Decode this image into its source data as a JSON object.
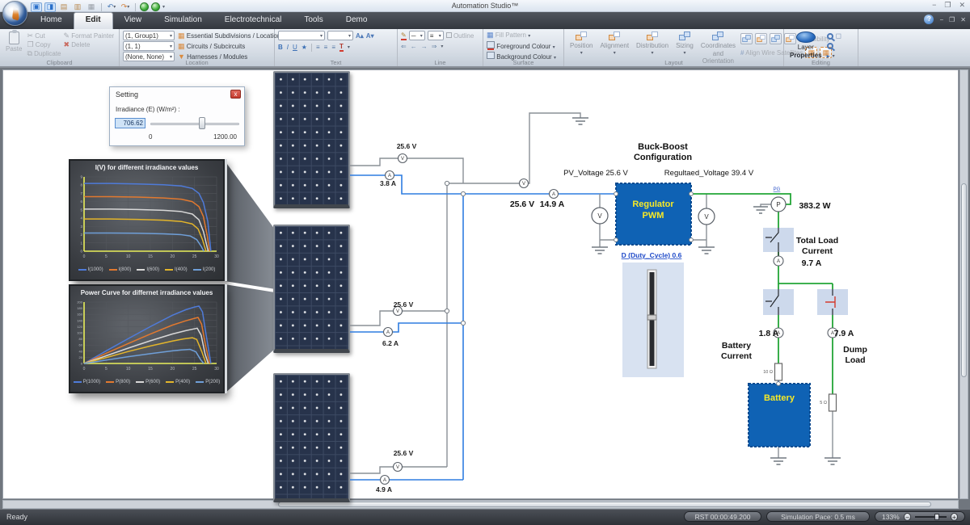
{
  "window": {
    "title": "Automation Studio™"
  },
  "icons": {
    "cut": "✂",
    "copy": "❐",
    "duplicate": "⧉",
    "delete": "✖",
    "format_painter": "✎",
    "undo": "↶",
    "redo": "↷",
    "dropdown": "▾",
    "close": "✕",
    "minimize": "−",
    "maximize": "❐",
    "help": "?",
    "bold": "B",
    "italic": "I",
    "underline": "U",
    "star": "★",
    "align": "≡",
    "pen": "✎",
    "arrow_dleft": "⇐",
    "arrow_left": "←",
    "arrow_right": "→",
    "arrow_dright": "⇒",
    "font_up": "A▴",
    "font_down": "A▾",
    "text_tool": "T",
    "grid": "▦",
    "harness": "▼",
    "visibility": "◫",
    "cursor": "▸"
  },
  "tabs": {
    "home": "Home",
    "edit": "Edit",
    "view": "View",
    "simulation": "Simulation",
    "electrotechnical": "Electrotechnical",
    "tools": "Tools",
    "demo": "Demo"
  },
  "ribbon": {
    "clipboard": {
      "caption": "Clipboard",
      "paste": "Paste",
      "cut": "Cut",
      "copy": "Copy",
      "duplicate": "Duplicate",
      "format_painter": "Format Painter",
      "delete": "Delete"
    },
    "location": {
      "caption": "Location",
      "combo1": "(1, Group1)",
      "combo2": "(1, 1)",
      "combo3": "(None, None)",
      "btn1": "Essential Subdivisions / Locations",
      "btn2": "Circuits / Subcircuits",
      "btn3": "Harnesses / Modules"
    },
    "text": {
      "caption": "Text"
    },
    "line": {
      "caption": "Line",
      "outline": "Outline"
    },
    "surface": {
      "caption": "Surface",
      "fill_pattern": "Fill Pattern",
      "foreground": "Foreground Colour",
      "background": "Background Colour"
    },
    "layout": {
      "caption": "Layout",
      "position": "Position",
      "alignment": "Alignment",
      "distribution": "Distribution",
      "sizing": "Sizing",
      "coordinates1": "Coordinates",
      "coordinates2": "and Orientation",
      "align_wire": "Align Wire Satellites",
      "visibility": "Visibility"
    },
    "editing": {
      "caption": "Editing",
      "layer1": "Layer",
      "layer2": "Properties"
    }
  },
  "dialog": {
    "title": "Setting",
    "label": "Irradiance (E) (W/m²) :",
    "value": "706.62",
    "min": "0",
    "max": "1200.00"
  },
  "circuit": {
    "string1_v": "25.6 V",
    "string1_i": "3.8 A",
    "string2_v": "25.6 V",
    "string2_i": "6.2 A",
    "string3_v": "25.6 V",
    "string3_i": "4.9 A",
    "main_v": "25.6 V",
    "main_i": "14.9 A",
    "config_title1": "Buck-Boost",
    "config_title2": "Configuration",
    "pv_voltage": "PV_Voltage 25.6 V",
    "reg_voltage": "Regultaed_Voltage 39.4 V",
    "regulator1": "Regulator",
    "regulator2": "PWM",
    "duty": "D (Duty_Cycle) 0.6",
    "power": "383.2 W",
    "power_tag": "PG",
    "load_label1": "Total Load",
    "load_label2": "Current",
    "load_i": "9.7 A",
    "batt_i": "1.8 A",
    "batt_label1": "Battery",
    "batt_label2": "Current",
    "dump_i": "7.9 A",
    "dump_label1": "Dump",
    "dump_label2": "Load",
    "r_batt": "10 Ω",
    "r_dump": "5 Ω",
    "battery": "Battery",
    "ammeter_letter": "A",
    "voltmeter_letter": "V",
    "wattmeter_letter": "P"
  },
  "status": {
    "ready": "Ready",
    "rst": "RST 00:00:49.200",
    "pace": "Simulation Pace: 0.5 ms",
    "zoom": "133%"
  },
  "chart_data": [
    {
      "type": "line",
      "title": "I(V) for different irradiance values",
      "xlabel": "",
      "ylabel": "",
      "xlim": [
        0,
        30
      ],
      "ylim": [
        0,
        9
      ],
      "xticks": [
        0,
        5,
        10,
        15,
        20,
        25,
        30
      ],
      "yticks": [
        0,
        1,
        2,
        3,
        4,
        5,
        6,
        7,
        8,
        9
      ],
      "grid": true,
      "legend_position": "bottom",
      "series": [
        {
          "name": "I(1000)",
          "color": "#4f7bd9",
          "points": [
            [
              0,
              8.2
            ],
            [
              6,
              8.2
            ],
            [
              12,
              8.15
            ],
            [
              18,
              8.05
            ],
            [
              22,
              7.9
            ],
            [
              24.5,
              7.6
            ],
            [
              26,
              7.0
            ],
            [
              27,
              5.9
            ],
            [
              28,
              3.6
            ],
            [
              28.7,
              0
            ]
          ]
        },
        {
          "name": "I(800)",
          "color": "#e2792f",
          "points": [
            [
              0,
              6.6
            ],
            [
              6,
              6.6
            ],
            [
              12,
              6.55
            ],
            [
              18,
              6.45
            ],
            [
              22,
              6.3
            ],
            [
              24.5,
              6.0
            ],
            [
              26,
              5.4
            ],
            [
              27,
              4.2
            ],
            [
              27.9,
              1.8
            ],
            [
              28.4,
              0
            ]
          ]
        },
        {
          "name": "I(600)",
          "color": "#d8d8d8",
          "points": [
            [
              0,
              5.1
            ],
            [
              6,
              5.1
            ],
            [
              12,
              5.05
            ],
            [
              18,
              4.95
            ],
            [
              22,
              4.8
            ],
            [
              24.5,
              4.5
            ],
            [
              26,
              3.8
            ],
            [
              27,
              2.4
            ],
            [
              27.9,
              0.4
            ],
            [
              28.1,
              0
            ]
          ]
        },
        {
          "name": "I(400)",
          "color": "#e3b52b",
          "points": [
            [
              0,
              3.9
            ],
            [
              6,
              3.9
            ],
            [
              12,
              3.85
            ],
            [
              18,
              3.75
            ],
            [
              22,
              3.6
            ],
            [
              24.5,
              3.3
            ],
            [
              25.8,
              2.7
            ],
            [
              26.8,
              1.4
            ],
            [
              27.6,
              0
            ]
          ]
        },
        {
          "name": "I(200)",
          "color": "#6f9fd8",
          "points": [
            [
              0,
              2.2
            ],
            [
              6,
              2.2
            ],
            [
              12,
              2.18
            ],
            [
              18,
              2.1
            ],
            [
              22,
              2.0
            ],
            [
              24,
              1.85
            ],
            [
              25.5,
              1.4
            ],
            [
              26.5,
              0.6
            ],
            [
              27.1,
              0
            ]
          ]
        }
      ]
    },
    {
      "type": "line",
      "title": "Power Curve for differnet irradiance values",
      "xlabel": "",
      "ylabel": "",
      "xlim": [
        0,
        30
      ],
      "ylim": [
        0,
        200
      ],
      "xticks": [
        0,
        5,
        10,
        15,
        20,
        25,
        30
      ],
      "yticks": [
        0,
        20,
        40,
        60,
        80,
        100,
        120,
        140,
        160,
        180,
        200
      ],
      "grid": true,
      "legend_position": "bottom",
      "series": [
        {
          "name": "P(1000)",
          "color": "#4f7bd9",
          "points": [
            [
              0,
              0
            ],
            [
              5,
              41
            ],
            [
              10,
              81
            ],
            [
              15,
              120
            ],
            [
              20,
              157
            ],
            [
              23,
              175
            ],
            [
              25,
              184
            ],
            [
              26,
              187
            ],
            [
              26.8,
              168
            ],
            [
              27.6,
              95
            ],
            [
              28.7,
              0
            ]
          ]
        },
        {
          "name": "P(800)",
          "color": "#e2792f",
          "points": [
            [
              0,
              0
            ],
            [
              5,
              33
            ],
            [
              10,
              65
            ],
            [
              15,
              96
            ],
            [
              20,
              125
            ],
            [
              23,
              139
            ],
            [
              25,
              147
            ],
            [
              25.8,
              150
            ],
            [
              26.6,
              128
            ],
            [
              27.5,
              58
            ],
            [
              28.4,
              0
            ]
          ]
        },
        {
          "name": "P(600)",
          "color": "#d8d8d8",
          "points": [
            [
              0,
              0
            ],
            [
              5,
              25
            ],
            [
              10,
              50
            ],
            [
              15,
              74
            ],
            [
              20,
              96
            ],
            [
              23,
              107
            ],
            [
              25,
              113
            ],
            [
              25.6,
              115
            ],
            [
              26.5,
              92
            ],
            [
              27.4,
              30
            ],
            [
              28.1,
              0
            ]
          ]
        },
        {
          "name": "P(400)",
          "color": "#e3b52b",
          "points": [
            [
              0,
              0
            ],
            [
              5,
              19
            ],
            [
              10,
              39
            ],
            [
              15,
              57
            ],
            [
              20,
              73
            ],
            [
              22.5,
              80
            ],
            [
              24.5,
              84
            ],
            [
              25.5,
              78
            ],
            [
              26.6,
              40
            ],
            [
              27.6,
              0
            ]
          ]
        },
        {
          "name": "P(200)",
          "color": "#6f9fd8",
          "points": [
            [
              0,
              0
            ],
            [
              5,
              11
            ],
            [
              10,
              22
            ],
            [
              15,
              32
            ],
            [
              20,
              41
            ],
            [
              22,
              44
            ],
            [
              24,
              46
            ],
            [
              25.3,
              38
            ],
            [
              26.4,
              12
            ],
            [
              27.1,
              0
            ]
          ]
        }
      ]
    }
  ]
}
